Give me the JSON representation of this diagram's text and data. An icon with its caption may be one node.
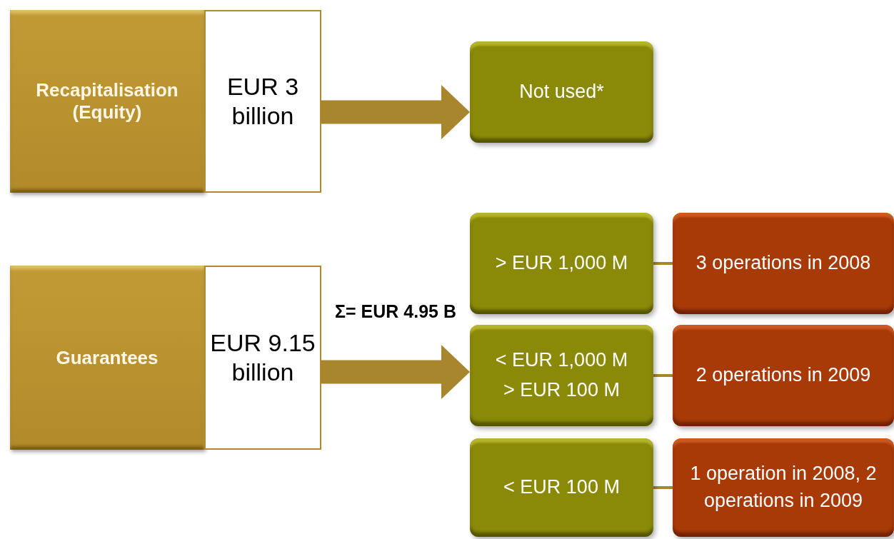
{
  "diagram": {
    "nodes": [
      {
        "text": [
          "Recapitalisation (Equity)"
        ]
      },
      {
        "text": [
          "EUR 3 billion"
        ]
      },
      {
        "text": [
          "Not used*"
        ]
      },
      {
        "text": [
          "Guarantees"
        ]
      },
      {
        "text": [
          "EUR 9.15 billion"
        ]
      },
      {
        "text": [
          "> EUR 1,000 M"
        ]
      },
      {
        "text": [
          "< EUR 1,000 M",
          "> EUR 100 M"
        ]
      },
      {
        "text": [
          "< EUR 100 M"
        ]
      },
      {
        "text": [
          "3 operations in 2008"
        ]
      },
      {
        "text": [
          "2 operations in 2009"
        ]
      },
      {
        "text": [
          "1 operation in 2008, 2 operations in 2009"
        ]
      }
    ],
    "edges": [
      {
        "from": 1,
        "to": 2,
        "arrow": "to",
        "style": "thick"
      },
      {
        "from": 4,
        "to": 6,
        "arrow": "to",
        "style": "thick",
        "label": "Σ= EUR 4.95 B"
      },
      {
        "from": 5,
        "to": 8,
        "arrow": "none"
      },
      {
        "from": 6,
        "to": 9,
        "arrow": "none"
      },
      {
        "from": 7,
        "to": 10,
        "arrow": "none"
      }
    ]
  }
}
